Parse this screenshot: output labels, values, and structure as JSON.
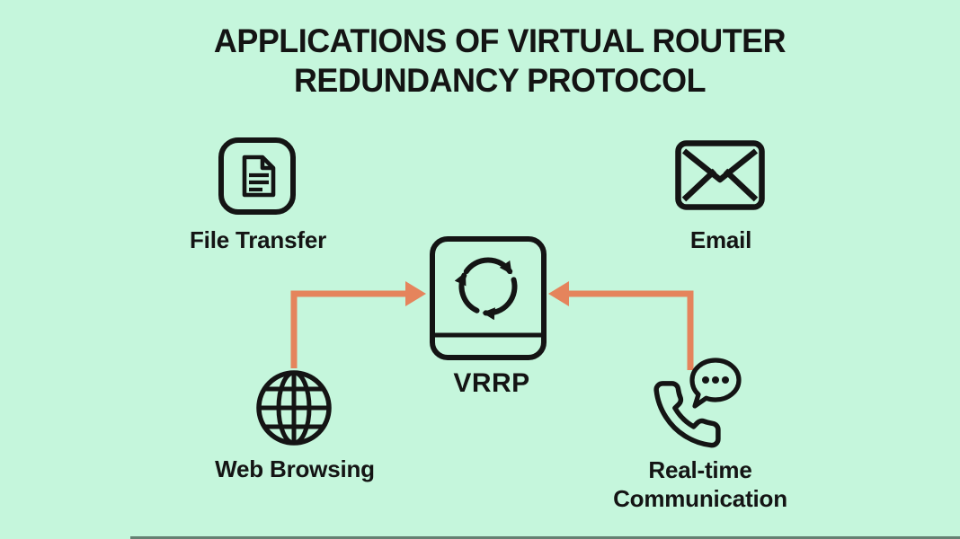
{
  "title": {
    "line1": "APPLICATIONS OF VIRTUAL ROUTER",
    "line2": "REDUNDANCY PROTOCOL"
  },
  "center_node": {
    "label": "VRRP",
    "icon": "sync-cycle-icon"
  },
  "nodes": {
    "file_transfer": {
      "label": "File Transfer",
      "icon": "file-document-icon"
    },
    "email": {
      "label": "Email",
      "icon": "envelope-icon"
    },
    "web_browsing": {
      "label": "Web Browsing",
      "icon": "globe-icon"
    },
    "realtime_communication": {
      "label_line1": "Real-time",
      "label_line2": "Communication",
      "icon": "phone-chat-icon"
    }
  },
  "connections": [
    {
      "from": "web_browsing",
      "to": "VRRP",
      "style": "elbow-arrow"
    },
    {
      "from": "realtime_communication",
      "to": "VRRP",
      "style": "elbow-arrow"
    }
  ],
  "colors": {
    "background": "#c5f6dc",
    "ink": "#141414",
    "arrow": "#e5845c"
  }
}
